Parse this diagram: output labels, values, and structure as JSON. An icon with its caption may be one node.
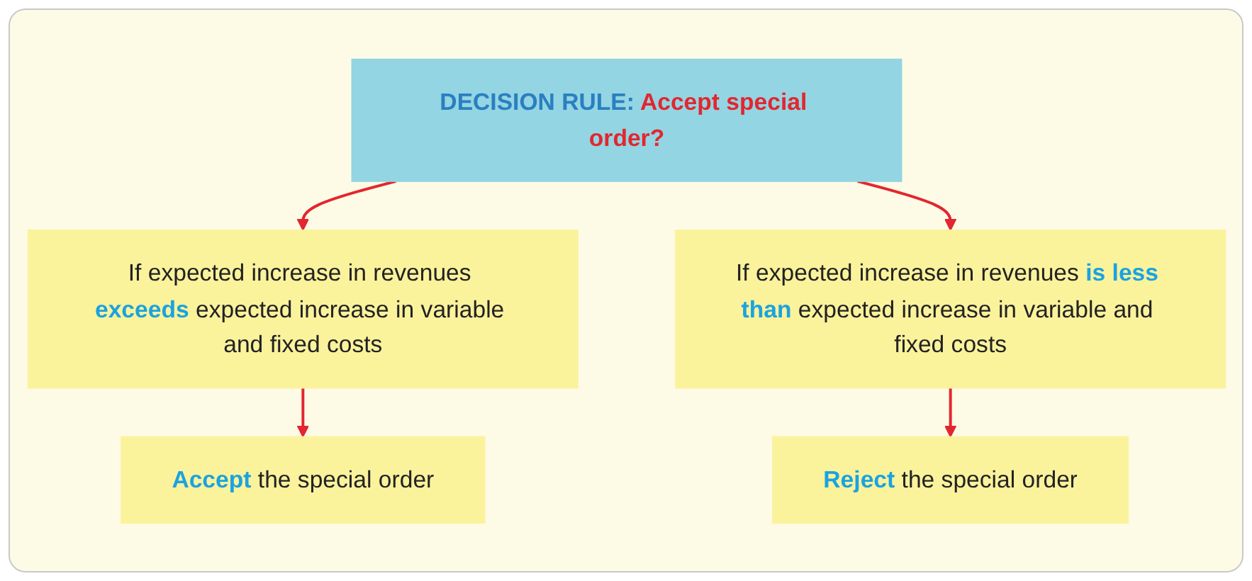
{
  "diagram": {
    "nodes": [
      {
        "text": [
          "**DECISION RULE:** Accept special order?"
        ]
      },
      {
        "text": [
          "If expected increase in revenues **exceeds** expected increase in variable and fixed costs"
        ]
      },
      {
        "text": [
          "**Accept** the special order"
        ]
      },
      {
        "text": [
          "If expected increase in revenues **is less than** expected increase in variable and fixed costs"
        ]
      },
      {
        "text": [
          "**Reject** the special order"
        ]
      }
    ],
    "edges": [
      {
        "from": 0,
        "to": 1,
        "arrow": "to"
      },
      {
        "from": 0,
        "to": 3,
        "arrow": "to"
      },
      {
        "from": 1,
        "to": 2,
        "arrow": "to"
      },
      {
        "from": 3,
        "to": 4,
        "arrow": "to"
      }
    ]
  }
}
